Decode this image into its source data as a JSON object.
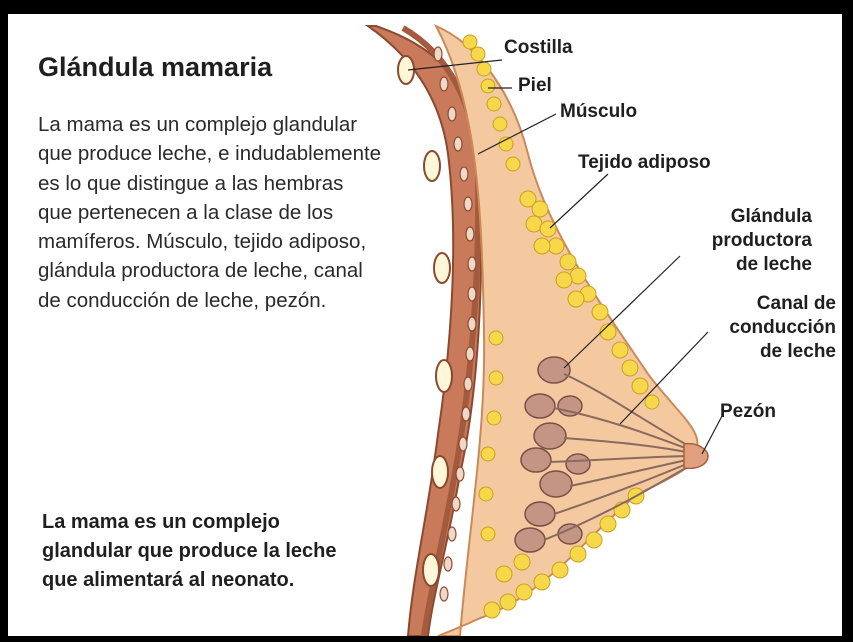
{
  "title": "Glándula mamaria",
  "description": "La mama es un complejo glandular que produce leche, e indudablemente es lo que distingue a las hembras que pertenecen a la clase de los mamíferos. Músculo, tejido adiposo, glándula productora de leche, canal de conducción de leche, pezón.",
  "summary": "La mama es un complejo glandular que produce la leche que alimentará al neonato.",
  "labels": {
    "costilla": "Costilla",
    "piel": "Piel",
    "musculo": "Músculo",
    "tejido_adiposo": "Tejido adiposo",
    "glandula_l1": "Glándula",
    "glandula_l2": "productora",
    "glandula_l3": "de leche",
    "canal_l1": "Canal de",
    "canal_l2": "conducción",
    "canal_l3": "de leche",
    "pezon": "Pezón"
  },
  "colors": {
    "skin": "#f4c9a0",
    "muscle": "#c97a5a",
    "fat": "#f7d84a",
    "gland": "#b88a7c",
    "frame": "#000000"
  }
}
